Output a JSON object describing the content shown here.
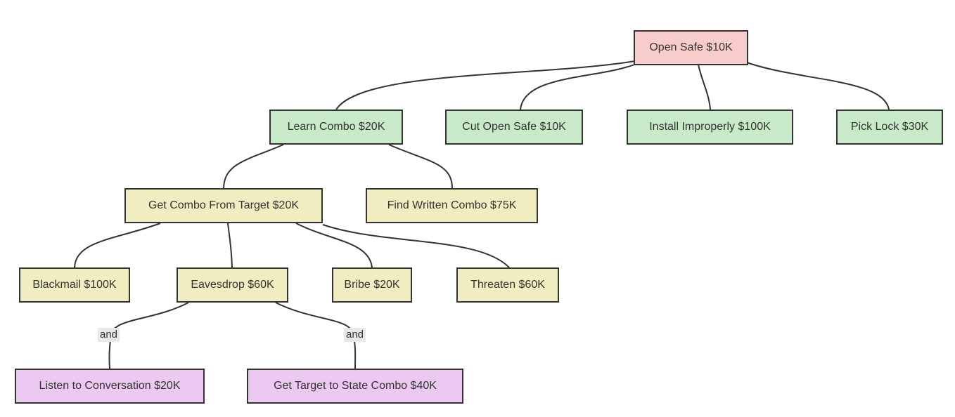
{
  "diagram": {
    "kind": "attack-tree-flowchart",
    "background": "#ffffff",
    "colors": {
      "root_node": "#f9cccc",
      "level1_node": "#c8eac8",
      "level2_node": "#f0edc0",
      "leaf_node": "#ecc9f0",
      "node_border": "#333333",
      "edge_stroke": "#333333",
      "edge_label_bg": "#e8e8e8",
      "text": "#333333"
    },
    "nodes": {
      "open_safe": {
        "label": "Open Safe $10K"
      },
      "learn_combo": {
        "label": "Learn Combo $20K"
      },
      "cut_open_safe": {
        "label": "Cut Open Safe $10K"
      },
      "install_improperly": {
        "label": "Install Improperly $100K"
      },
      "pick_lock": {
        "label": "Pick Lock $30K"
      },
      "get_combo_from_target": {
        "label": "Get Combo From Target $20K"
      },
      "find_written_combo": {
        "label": "Find Written Combo $75K"
      },
      "blackmail": {
        "label": "Blackmail $100K"
      },
      "eavesdrop": {
        "label": "Eavesdrop $60K"
      },
      "bribe": {
        "label": "Bribe $20K"
      },
      "threaten": {
        "label": "Threaten $60K"
      },
      "listen_to_conversation": {
        "label": "Listen to Conversation $20K"
      },
      "get_target_to_state_combo": {
        "label": "Get Target to State Combo $40K"
      }
    },
    "edges": [
      {
        "from": "open_safe",
        "to": "learn_combo",
        "label": ""
      },
      {
        "from": "open_safe",
        "to": "cut_open_safe",
        "label": ""
      },
      {
        "from": "open_safe",
        "to": "install_improperly",
        "label": ""
      },
      {
        "from": "open_safe",
        "to": "pick_lock",
        "label": ""
      },
      {
        "from": "learn_combo",
        "to": "get_combo_from_target",
        "label": ""
      },
      {
        "from": "learn_combo",
        "to": "find_written_combo",
        "label": ""
      },
      {
        "from": "get_combo_from_target",
        "to": "blackmail",
        "label": ""
      },
      {
        "from": "get_combo_from_target",
        "to": "eavesdrop",
        "label": ""
      },
      {
        "from": "get_combo_from_target",
        "to": "bribe",
        "label": ""
      },
      {
        "from": "get_combo_from_target",
        "to": "threaten",
        "label": ""
      },
      {
        "from": "eavesdrop",
        "to": "listen_to_conversation",
        "label": "and"
      },
      {
        "from": "eavesdrop",
        "to": "get_target_to_state_combo",
        "label": "and"
      }
    ],
    "edge_labels": {
      "eavesdrop_listen": "and",
      "eavesdrop_state": "and"
    }
  }
}
